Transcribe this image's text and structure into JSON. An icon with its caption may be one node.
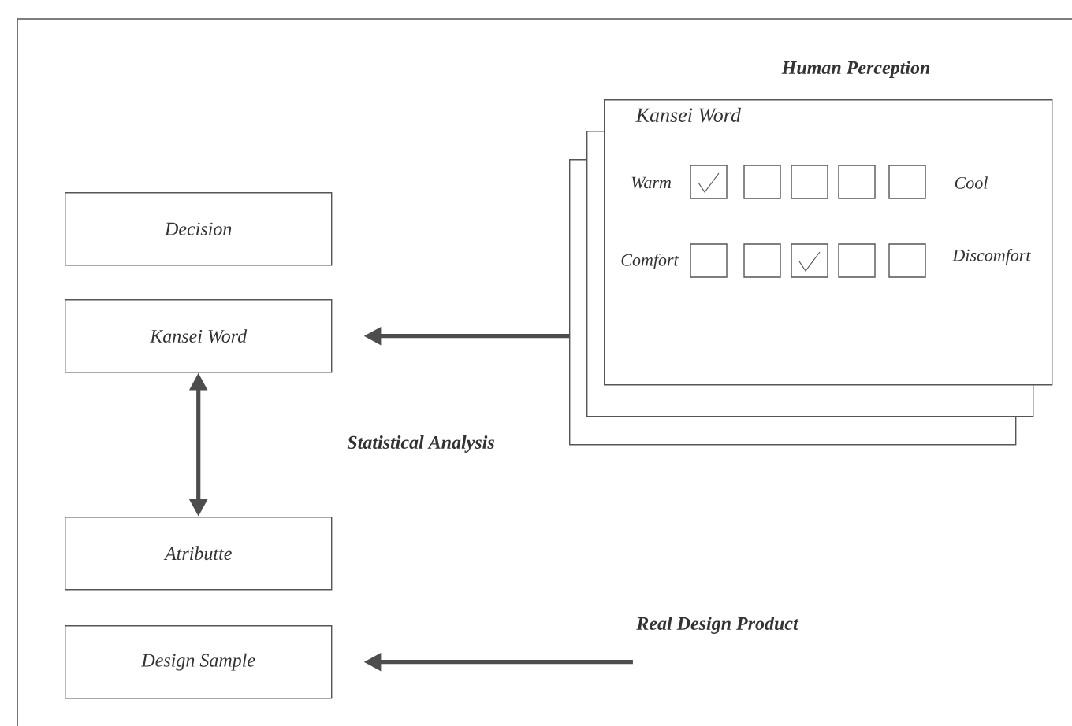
{
  "diagram": {
    "nodes": [
      {
        "text": [
          "Decision"
        ]
      },
      {
        "text": [
          "Kansei Word"
        ]
      },
      {
        "text": [
          "Atributte"
        ]
      },
      {
        "text": [
          "Design Sample"
        ]
      },
      {
        "text": [],
        "shape": "box"
      },
      {
        "text": [],
        "shape": "box"
      },
      {
        "text": [
          "Kansei Word"
        ]
      },
      {
        "text": [
          "Real Design Product"
        ]
      }
    ],
    "edges": [
      {
        "from": 4,
        "to": 1,
        "arrow": "to"
      },
      {
        "from": 1,
        "to": 2,
        "arrow": "both"
      },
      {
        "from": 7,
        "to": 3,
        "arrow": "to"
      }
    ],
    "labels": [
      "Human Perception",
      "Warm",
      "Cool",
      "Comfort",
      "Discomfort",
      "Statistical Analysis"
    ]
  }
}
